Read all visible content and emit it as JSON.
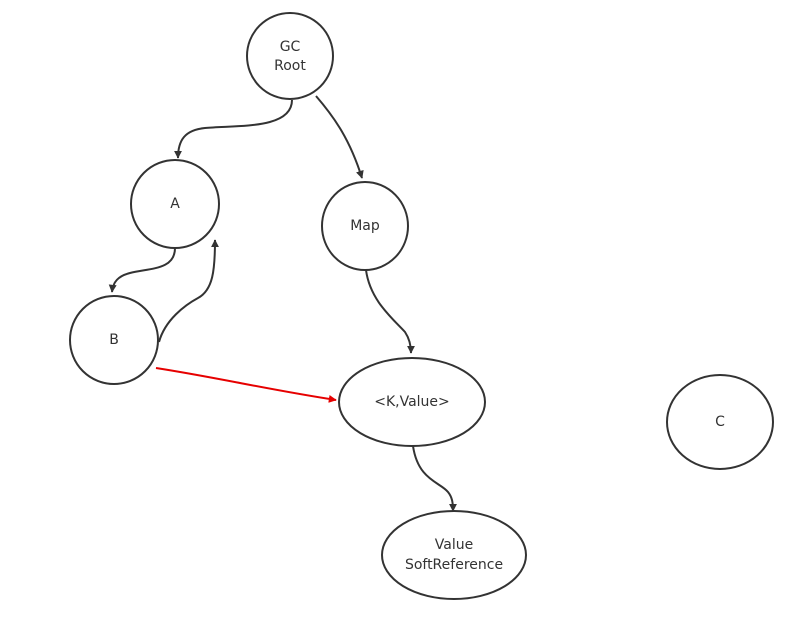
{
  "diagram": {
    "nodes": [
      {
        "id": "gc-root",
        "lines": [
          "GC",
          "Root"
        ]
      },
      {
        "id": "a",
        "lines": [
          "A"
        ]
      },
      {
        "id": "map",
        "lines": [
          "Map"
        ]
      },
      {
        "id": "b",
        "lines": [
          "B"
        ]
      },
      {
        "id": "kv",
        "lines": [
          "<K,Value>"
        ]
      },
      {
        "id": "c",
        "lines": [
          "C"
        ]
      },
      {
        "id": "value-soft",
        "lines": [
          "Value",
          "SoftReference"
        ]
      }
    ],
    "edges": [
      {
        "from": "gc-root",
        "to": "a",
        "color": "#333333"
      },
      {
        "from": "gc-root",
        "to": "map",
        "color": "#333333"
      },
      {
        "from": "a",
        "to": "b",
        "color": "#333333"
      },
      {
        "from": "b",
        "to": "a",
        "color": "#333333"
      },
      {
        "from": "map",
        "to": "kv",
        "color": "#333333"
      },
      {
        "from": "b",
        "to": "kv",
        "color": "#e60000"
      },
      {
        "from": "kv",
        "to": "value-soft",
        "color": "#333333"
      }
    ]
  }
}
